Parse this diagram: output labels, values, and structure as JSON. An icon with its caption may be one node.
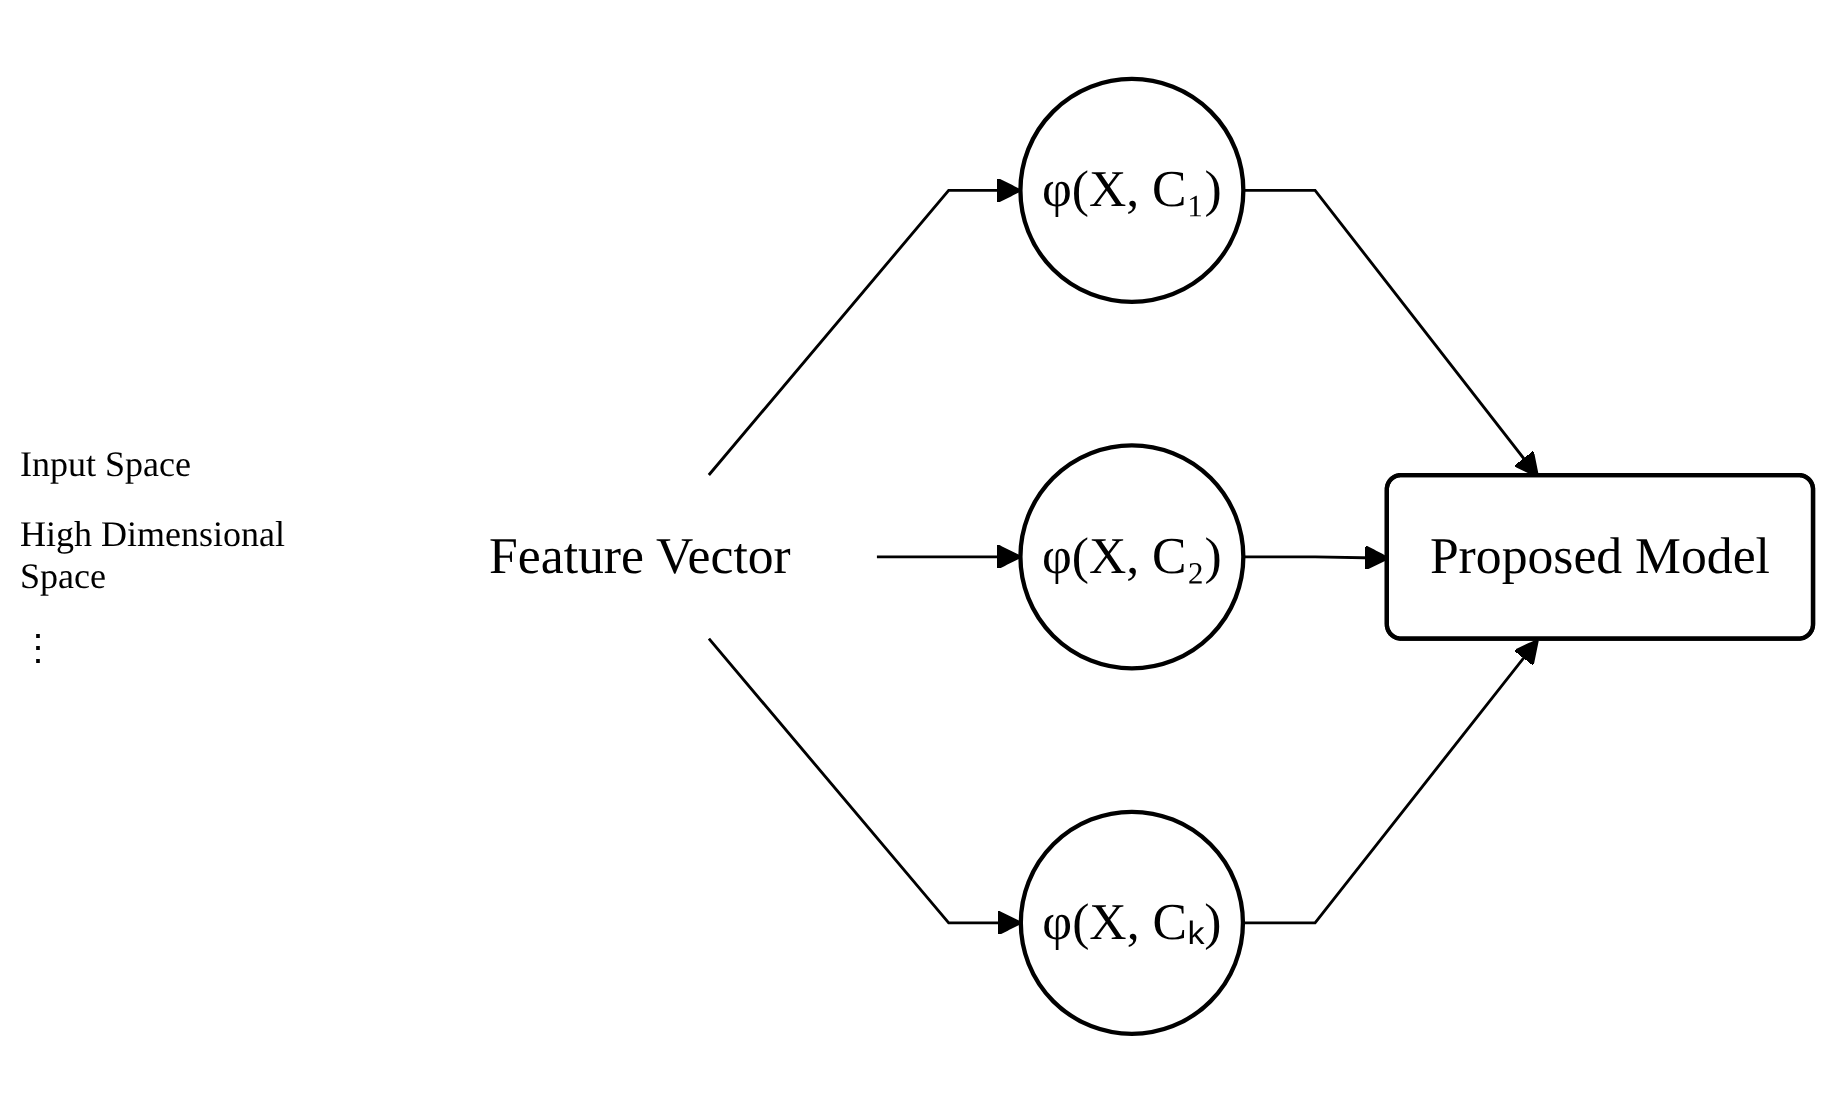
{
  "diagram": {
    "nodes": [
      {
        "text": [
          "Feature Vector"
        ]
      },
      {
        "text": [
          "φ(X, C₁)"
        ]
      },
      {
        "text": [
          "φ(X, C₂)"
        ]
      },
      {
        "text": [
          "φ(X, Cₖ)"
        ]
      },
      {
        "text": [
          "Proposed Model"
        ]
      }
    ],
    "edges": [
      {
        "from": 0,
        "to": 1,
        "arrow": "to"
      },
      {
        "from": 0,
        "to": 2,
        "arrow": "to"
      },
      {
        "from": 0,
        "to": 3,
        "arrow": "to"
      },
      {
        "from": 1,
        "to": 4,
        "arrow": "to"
      },
      {
        "from": 2,
        "to": 4,
        "arrow": "to"
      },
      {
        "from": 3,
        "to": 4,
        "arrow": "to"
      }
    ],
    "labels": [
      "Input Space",
      "High Dimensional Space",
      "⋮"
    ]
  }
}
